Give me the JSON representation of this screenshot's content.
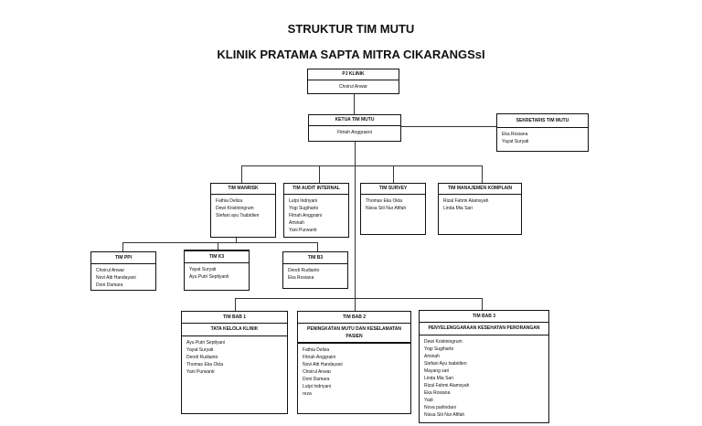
{
  "title": "STRUKTUR TIM MUTU",
  "subtitle": "KLINIK PRATAMA SAPTA MITRA CIKARANGSsI",
  "pj_klinik": {
    "title": "PJ KLINIK",
    "members": [
      "Choirul Anwar"
    ]
  },
  "ketua": {
    "title": "KETUA TIM MUTU",
    "members": [
      "Fitriah Anggraeni"
    ]
  },
  "sekretaris": {
    "title": "SEKRETARIS TIM MUTU",
    "members": [
      "Eka Rosiana",
      "Yayat Suryati"
    ]
  },
  "manrisk": {
    "title": "TIM MANRISK",
    "members": [
      "Fathia Deliza",
      "Dewi Kristiningrum",
      "Stefani ayu Tsabidien"
    ]
  },
  "audit": {
    "title": "TIM AUDIT INTERNAL",
    "members": [
      "Lutpi Indriyani",
      "Yogi Sugiharto",
      "Fitriah Anggraini",
      "Aminah",
      "Yani Purwanti"
    ]
  },
  "survey": {
    "title": "TIM SURVEY",
    "members": [
      "Thomas Eka Okta",
      "Nissa Siti Nur Afifah"
    ]
  },
  "komplain": {
    "title": "TIM MANAJEMEN KOMPLAIN",
    "members": [
      "Rizal Fahmi Alamsyah",
      "Linda Mia Sari"
    ]
  },
  "ppi": {
    "title": "TIM PPI",
    "members": [
      "Choirul Anwar",
      "Novi Atti Handayani",
      "Doni Damara"
    ]
  },
  "k3": {
    "title": "TIM K3",
    "members": [
      "Yayat Suryati",
      "Ayu Putri Septiyanti"
    ]
  },
  "b3": {
    "title": "TIM B3",
    "members": [
      "Dendi Rudianto",
      "Eka Rosiana"
    ]
  },
  "bab1": {
    "title": "TIM BAB 1",
    "subtitle": "TATA KELOLA KLINIK",
    "members": [
      "Ayu Putri Septiyani",
      "Yayat Suryati",
      "Dendi Rudianto",
      "Thomas Eka Okta",
      "Yani Purwanti"
    ]
  },
  "bab2": {
    "title": "TIM BAB 2",
    "subtitle": "PENINGKATAN MUTU DAN KESELAMATAN PASIEN",
    "members": [
      "Fathia Deliza",
      "Fitriah Anggraini",
      "Novi Atti Handayani",
      "Choirul Anwar",
      "Doni Damara",
      "Lutpi Indriyani",
      "reza"
    ]
  },
  "bab3": {
    "title": "TIM BAB 3",
    "subtitle": "PENYELENGGARAAN KESEHATAN PERORANGAN",
    "members": [
      "Dewi Kristiningrum",
      "Yogi Sugiharto",
      "Aminah",
      "Stefani Ayu tsabidien",
      "Mayang sari",
      "Linda Mia Sari",
      "Rizal Fahmi Alamsyah",
      "Eka Rosiana",
      "Yadi",
      "Nova  parlindani",
      "Nissa Siti Nur Afifah"
    ]
  }
}
